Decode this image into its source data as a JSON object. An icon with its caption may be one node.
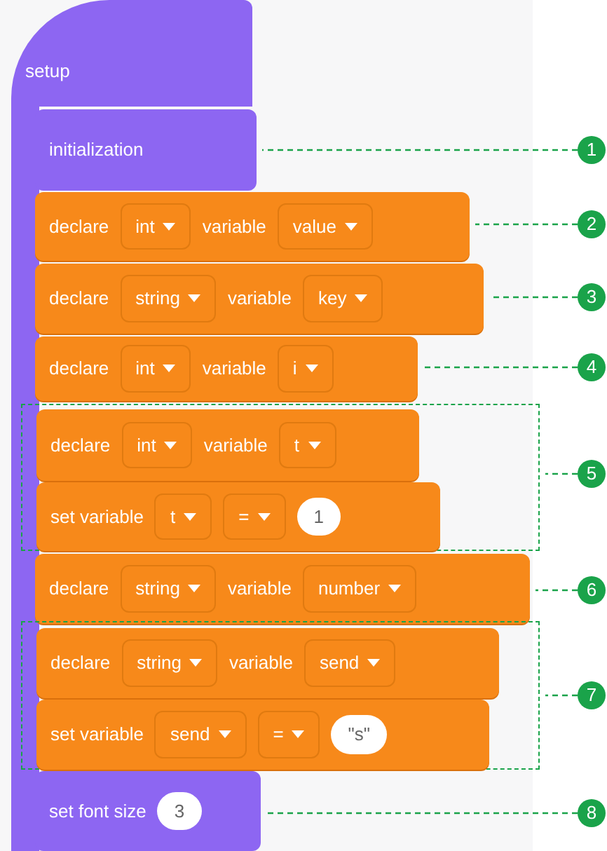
{
  "diagram": {
    "nodes": [
      {
        "text": [
          "setup"
        ]
      },
      {
        "text": [
          "initialization"
        ],
        "in": 0
      },
      {
        "text": [
          "declare",
          "int",
          "variable",
          "value"
        ]
      },
      {
        "text": [
          "declare",
          "string",
          "variable",
          "key"
        ]
      },
      {
        "text": [
          "declare",
          "int",
          "variable",
          "i"
        ]
      },
      {
        "text": [],
        "shape": "box"
      },
      {
        "text": [
          "declare",
          "int",
          "variable",
          "t"
        ],
        "in": 5
      },
      {
        "text": [
          "set variable",
          "t",
          "=",
          "1"
        ],
        "in": 5
      },
      {
        "text": [
          "declare",
          "string",
          "variable",
          "number"
        ]
      },
      {
        "text": [],
        "shape": "box"
      },
      {
        "text": [
          "declare",
          "string",
          "variable",
          "send"
        ],
        "in": 9
      },
      {
        "text": [
          "set variable",
          "send",
          "=",
          "\"s\""
        ],
        "in": 9
      },
      {
        "text": [
          "set font size",
          "3"
        ],
        "in": 0
      },
      {
        "text": [
          "1"
        ]
      },
      {
        "text": [
          "2"
        ]
      },
      {
        "text": [
          "3"
        ]
      },
      {
        "text": [
          "4"
        ]
      },
      {
        "text": [
          "5"
        ]
      },
      {
        "text": [
          "6"
        ]
      },
      {
        "text": [
          "7"
        ]
      },
      {
        "text": [
          "8"
        ]
      }
    ],
    "edges": [
      {
        "from": 13,
        "to": 1,
        "arrow": "none",
        "style": "dashed"
      },
      {
        "from": 14,
        "to": 2,
        "arrow": "none",
        "style": "dashed"
      },
      {
        "from": 15,
        "to": 3,
        "arrow": "none",
        "style": "dashed"
      },
      {
        "from": 16,
        "to": 4,
        "arrow": "none",
        "style": "dashed"
      },
      {
        "from": 17,
        "to": 5,
        "arrow": "none",
        "style": "dashed"
      },
      {
        "from": 18,
        "to": 8,
        "arrow": "none",
        "style": "dashed"
      },
      {
        "from": 19,
        "to": 9,
        "arrow": "none",
        "style": "dashed"
      },
      {
        "from": 20,
        "to": 12,
        "arrow": "none",
        "style": "dashed"
      }
    ]
  }
}
